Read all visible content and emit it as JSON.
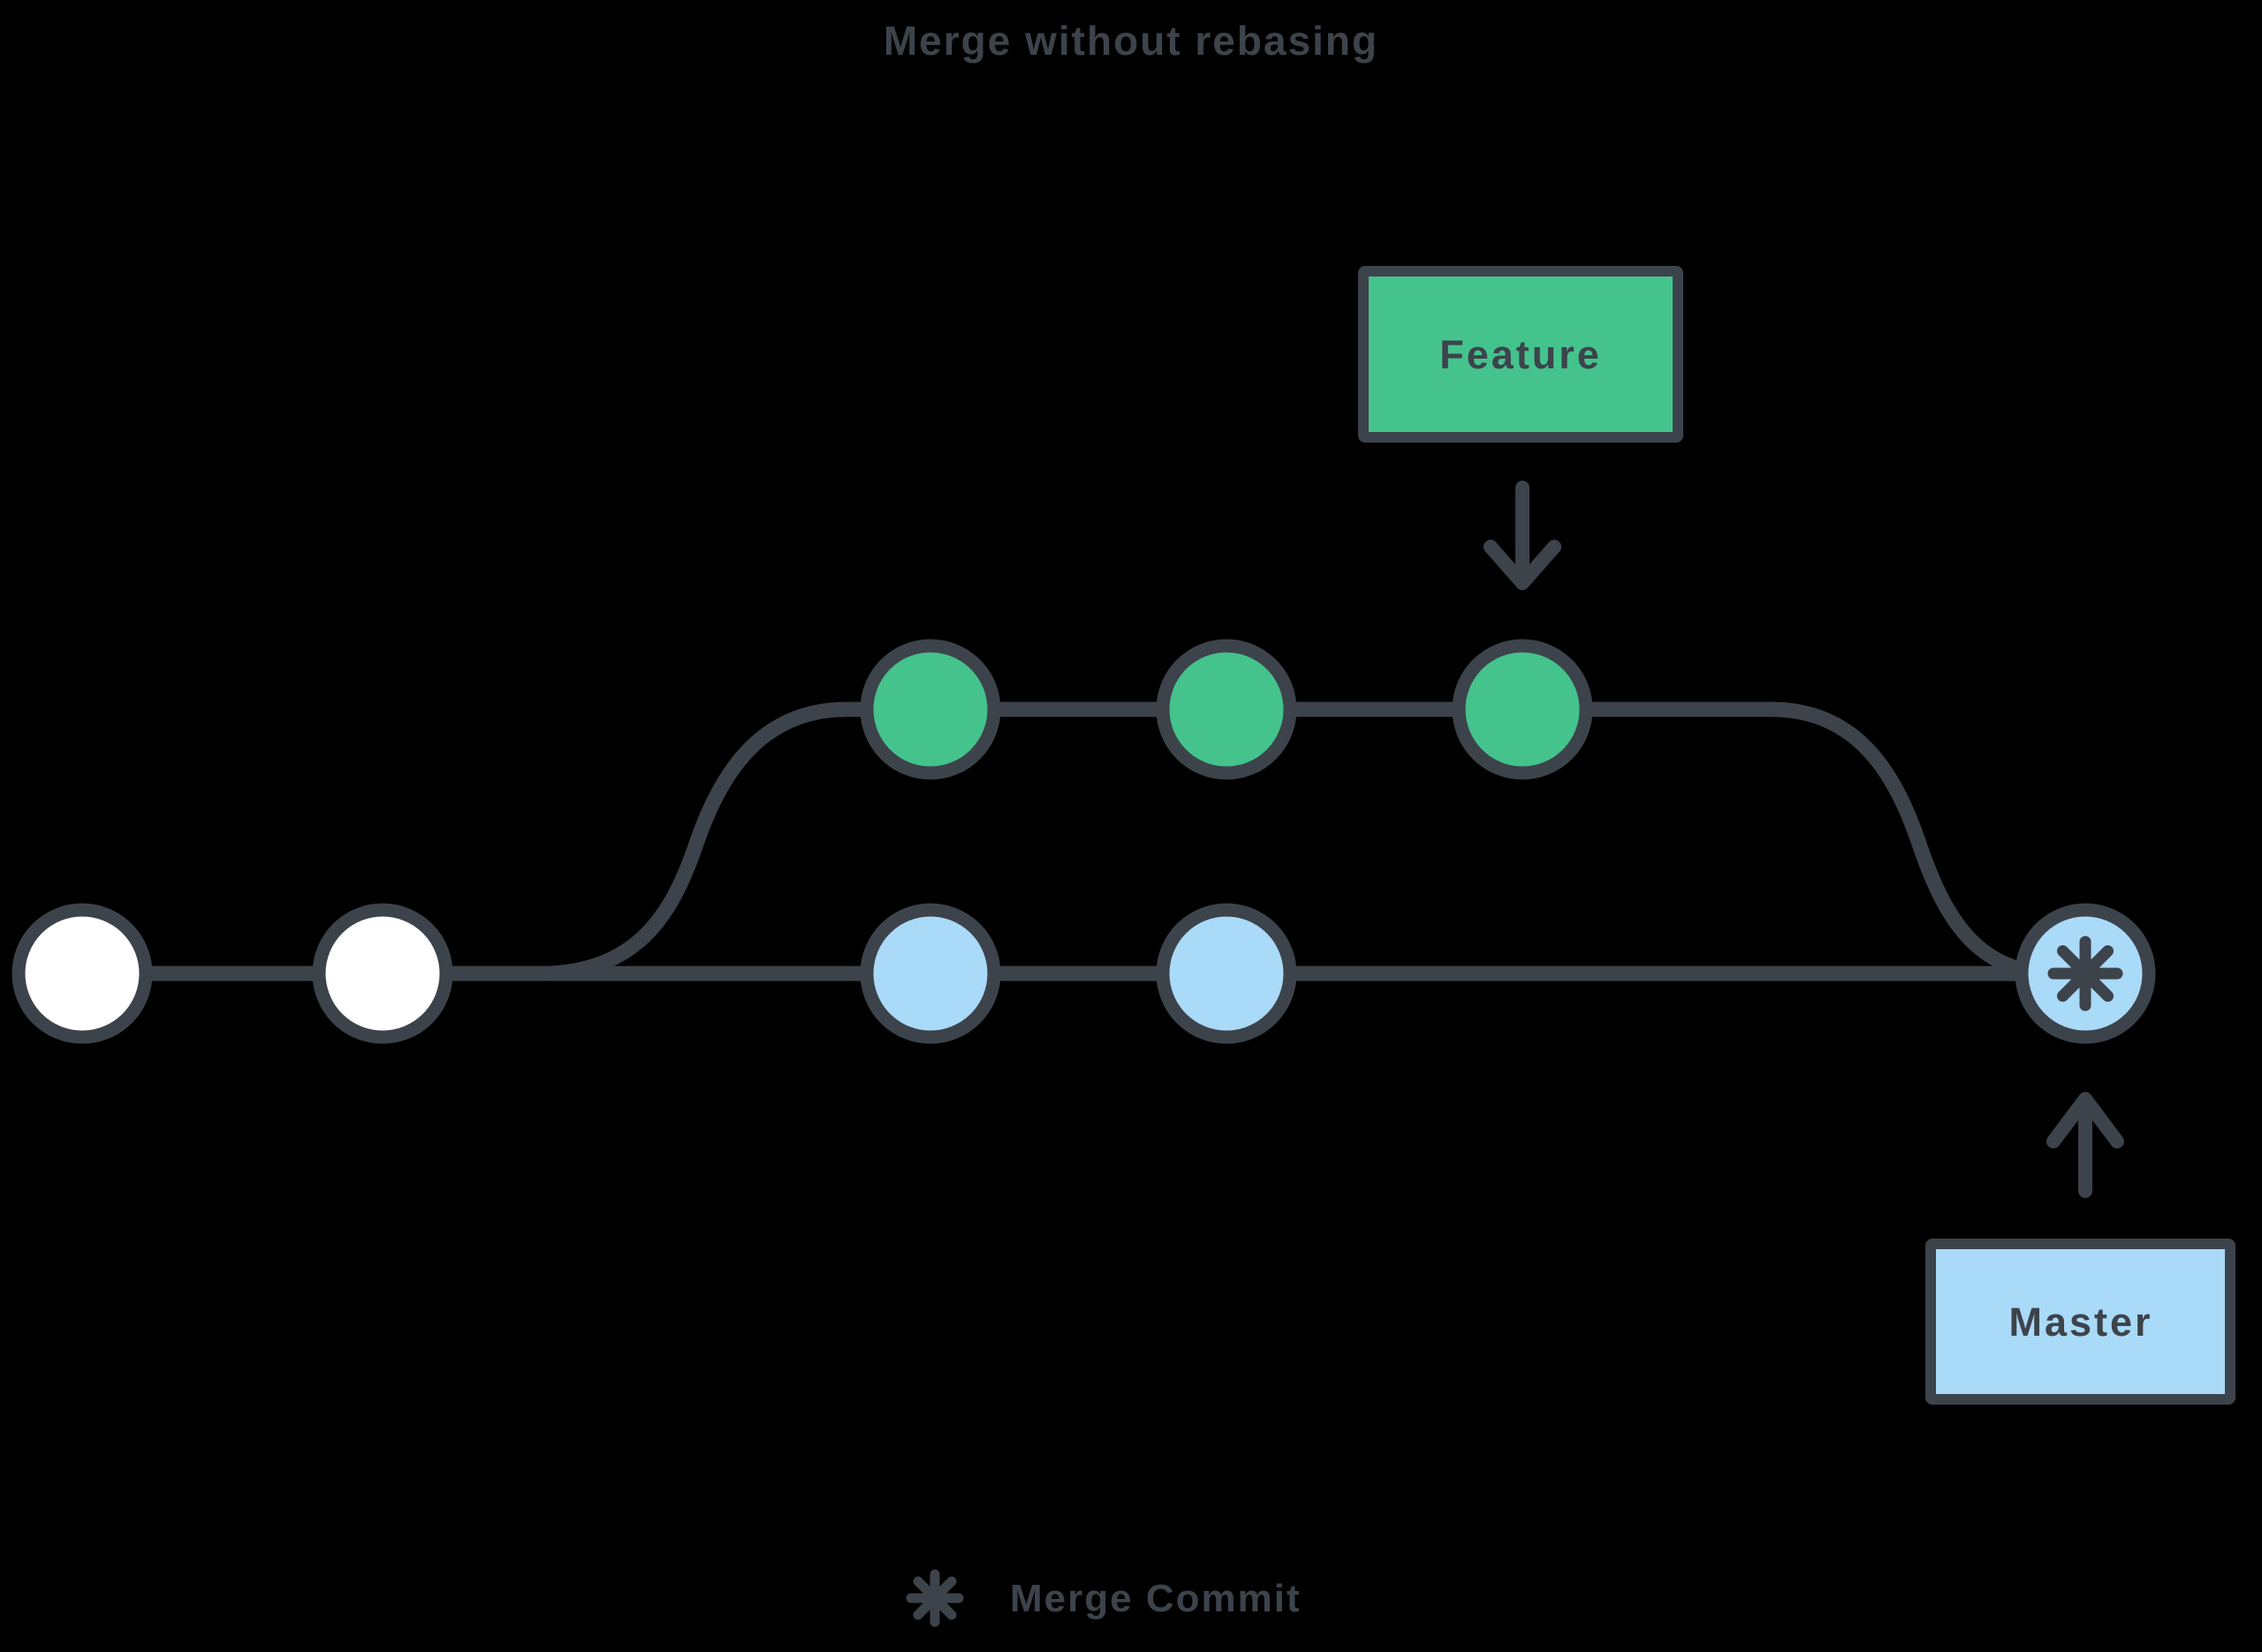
{
  "title": "Merge without rebasing",
  "colors": {
    "line": "#3d434b",
    "text": "#3d434b",
    "green": "#44c38d",
    "blue": "#a9daf8",
    "white": "#ffffff",
    "background": "#000000"
  },
  "branch_labels": {
    "feature": "Feature",
    "master": "Master"
  },
  "legend": {
    "merge_commit_label": "Merge Commit"
  },
  "diagram": {
    "type": "git-branch-graph",
    "base_commits_white": 2,
    "feature_branch": {
      "label": "Feature",
      "commits": 3,
      "color": "#44c38d"
    },
    "master_branch": {
      "label": "Master",
      "commits": 2,
      "color": "#a9daf8"
    },
    "merge_commit": {
      "symbol": "8-spoke asterisk",
      "on_branch": "Master",
      "color": "#a9daf8"
    }
  }
}
